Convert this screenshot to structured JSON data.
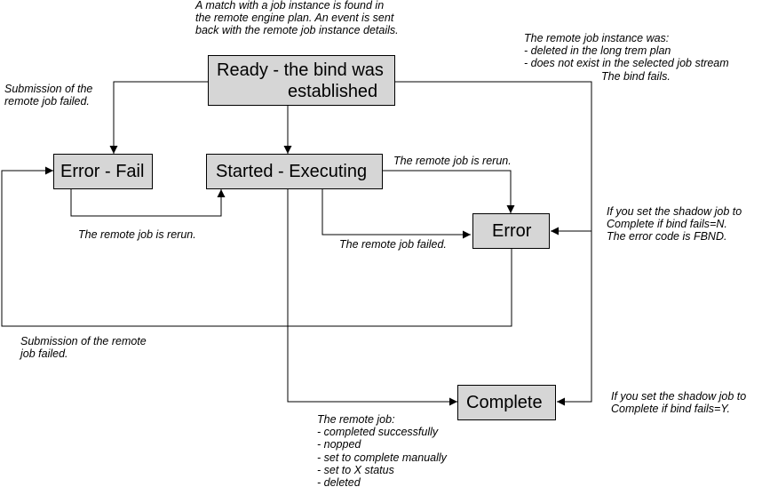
{
  "states": {
    "ready": [
      "Ready - the bind was",
      "established"
    ],
    "error_fail": "Error - Fail",
    "started": "Started - Executing",
    "error": "Error",
    "complete": "Complete"
  },
  "notes": {
    "match_found": [
      "A match with a job instance is found in",
      "the remote engine plan. An event is sent",
      "back with the remote job instance details."
    ],
    "remote_instance": [
      "The remote job instance was:",
      "- deleted in the long trem plan",
      "- does not exist in the selected job stream",
      "The bind fails."
    ],
    "submission_failed_1": [
      "Submission of the",
      "remote job failed."
    ],
    "rerun_top": "The remote job is rerun.",
    "rerun_bottom": "The remote job is rerun.",
    "remote_failed": "The remote job failed.",
    "bind_fails_n": [
      "If you set the shadow job to",
      "Complete if bind fails=N.",
      "The error code is FBND."
    ],
    "submission_failed_2": [
      "Submission of the remote",
      "job failed."
    ],
    "bind_fails_y": [
      "If you set the shadow job to",
      "Complete if bind fails=Y."
    ],
    "remote_job_outcomes": [
      "The remote job:",
      "- completed successfully",
      "- nopped",
      "- set to complete manually",
      "- set to X status",
      "- deleted"
    ]
  }
}
